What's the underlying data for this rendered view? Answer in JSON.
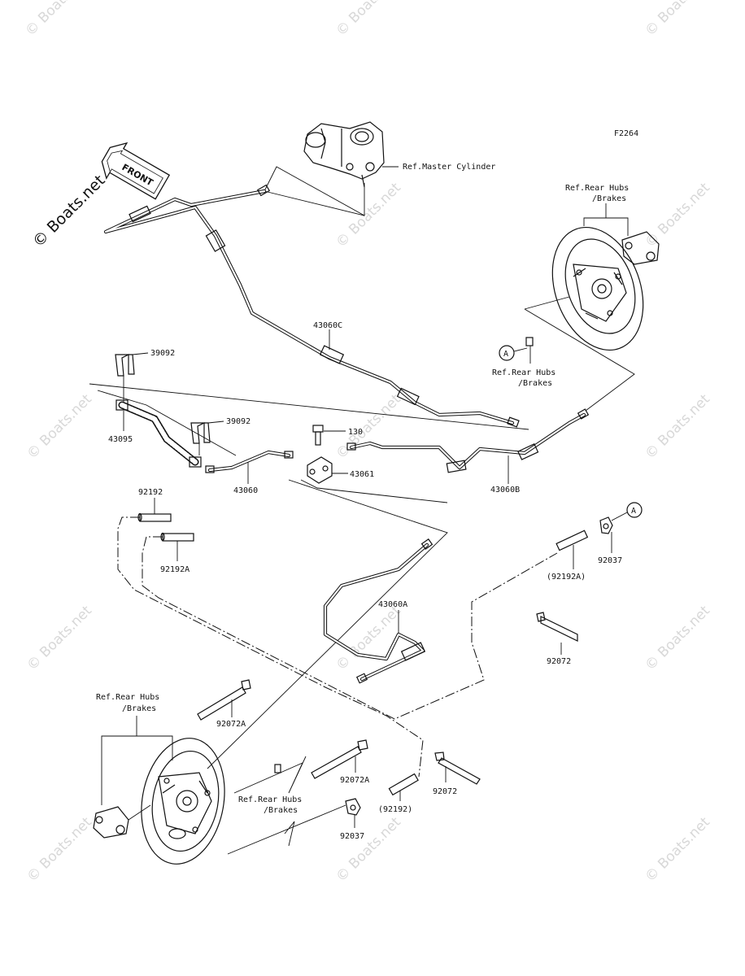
{
  "figure_code": "F2264",
  "front_label": "FRONT",
  "watermark": "© Boats.net",
  "watermark_logo": "Boats.net",
  "refs": {
    "master_cylinder": "Ref.Master Cylinder",
    "rear_hubs_top_1": "Ref.Rear Hubs",
    "rear_hubs_top_2": "/Brakes",
    "rear_hubs_mid_1": "Ref.Rear Hubs",
    "rear_hubs_mid_2": "/Brakes",
    "rear_hubs_left_1": "Ref.Rear Hubs",
    "rear_hubs_left_2": "/Brakes",
    "rear_hubs_bottom_1": "Ref.Rear Hubs",
    "rear_hubs_bottom_2": "/Brakes"
  },
  "circle_marks": {
    "a1": "A",
    "a2": "A"
  },
  "parts": {
    "p43060C": "43060C",
    "p39092a": "39092",
    "p39092b": "39092",
    "p43095": "43095",
    "p130": "130",
    "p43061": "43061",
    "p43060": "43060",
    "p43060B": "43060B",
    "p92192": "92192",
    "p92192A": "92192A",
    "p92192A_paren": "(92192A)",
    "p92037_right": "92037",
    "p43060A": "43060A",
    "p92072_right": "92072",
    "p92072A_left": "92072A",
    "p92072A_mid": "92072A",
    "p92072_bottom": "92072",
    "p92192_paren": "(92192)",
    "p92037_bottom": "92037"
  }
}
